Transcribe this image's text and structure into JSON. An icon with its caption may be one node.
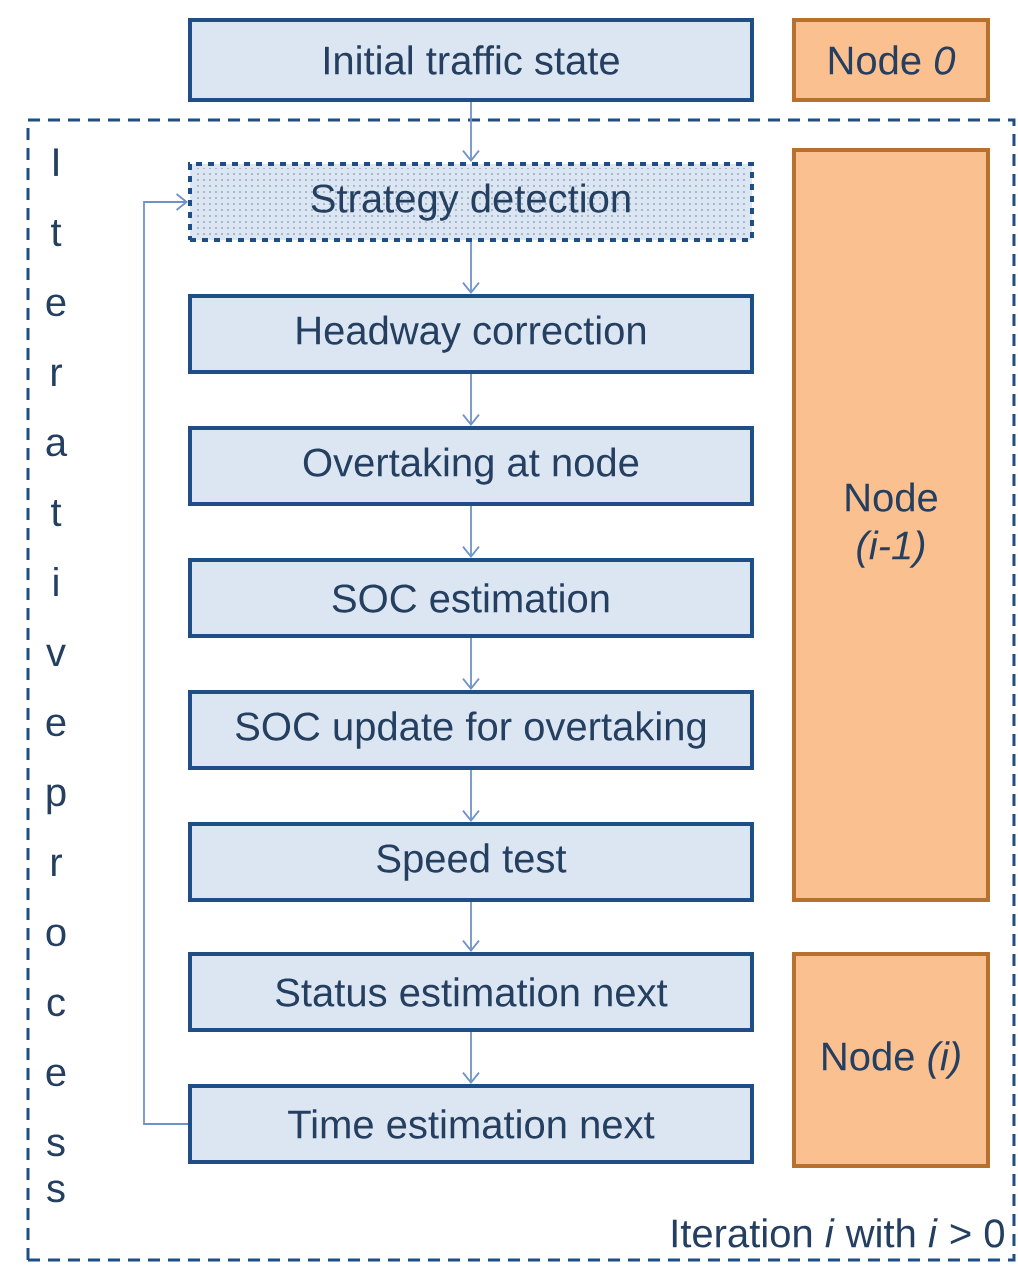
{
  "diagram": {
    "nodes": [
      {
        "text": [
          "Initial traffic state"
        ]
      },
      {
        "text": [
          "Node *0*"
        ]
      },
      {
        "text": [
          "Iterative process",
          "Iteration *i* with *i* > 0"
        ]
      },
      {
        "text": [
          "Strategy detection"
        ],
        "in": 2
      },
      {
        "text": [
          "Headway correction"
        ],
        "in": 2
      },
      {
        "text": [
          "Overtaking at node"
        ],
        "in": 2
      },
      {
        "text": [
          "SOC estimation"
        ],
        "in": 2
      },
      {
        "text": [
          "SOC update for overtaking"
        ],
        "in": 2
      },
      {
        "text": [
          "Speed test"
        ],
        "in": 2
      },
      {
        "text": [
          "Status estimation next"
        ],
        "in": 2
      },
      {
        "text": [
          "Time estimation next"
        ],
        "in": 2
      },
      {
        "text": [
          "Node *(i-1)*"
        ],
        "in": 2
      },
      {
        "text": [
          "Node *(i)*"
        ],
        "in": 2
      }
    ],
    "edges": [
      {
        "from": 0,
        "to": 3,
        "arrow": "to"
      },
      {
        "from": 3,
        "to": 4,
        "arrow": "to"
      },
      {
        "from": 4,
        "to": 5,
        "arrow": "to"
      },
      {
        "from": 5,
        "to": 6,
        "arrow": "to"
      },
      {
        "from": 6,
        "to": 7,
        "arrow": "to"
      },
      {
        "from": 7,
        "to": 8,
        "arrow": "to"
      },
      {
        "from": 8,
        "to": 9,
        "arrow": "to"
      },
      {
        "from": 9,
        "to": 10,
        "arrow": "to"
      },
      {
        "from": 10,
        "to": 3,
        "arrow": "to"
      }
    ]
  }
}
